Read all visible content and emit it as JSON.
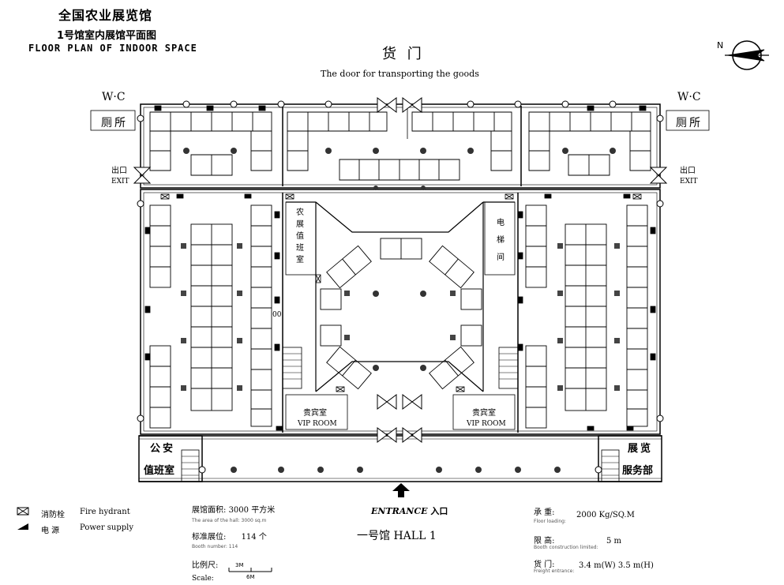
{
  "header": {
    "title": "全国农业展览馆",
    "subtitle_zh": "1号馆室内展馆平面图",
    "subtitle_en": "FLOOR PLAN OF INDOOR SPACE"
  },
  "goods_door": {
    "label_zh": "货 门",
    "label_en": "The door for transporting the goods"
  },
  "compass": {
    "label": "N"
  },
  "rooms": {
    "wc_label": "W·C",
    "toilet": "厕所",
    "exit_zh": "出口",
    "exit_en": "EXIT",
    "duty_room": [
      "农",
      "展",
      "值",
      "班",
      "室"
    ],
    "elevator": [
      "电",
      "梯",
      "间"
    ],
    "vip_zh": "贵宾室",
    "vip_en": "VIP ROOM",
    "security": [
      "公安",
      "值班室"
    ],
    "exhibit_service": [
      "展览",
      "服务部"
    ],
    "stray_label": "00"
  },
  "entrance": {
    "label_en": "ENTRANCE",
    "label_zh": "入口"
  },
  "hall_name": "一号馆   HALL 1",
  "legend": {
    "hydrant_zh": "消防栓",
    "hydrant_en": "Fire hydrant",
    "power_zh": "电  源",
    "power_en": "Power supply"
  },
  "stats": {
    "area_label": "展馆面积:",
    "area_value": "3000 平方米",
    "area_en": "The area of the hall:  3000 sq.m",
    "booth_label": "标准展位:",
    "booth_value": "114 个",
    "booth_en": "Booth number:   114",
    "scale_label": "比例尺:",
    "scale_en": "Scale:",
    "scale_3m": "3M",
    "scale_6m": "6M"
  },
  "specs": {
    "load_label": "承   重:",
    "load_value": "2000 Kg/SQ.M",
    "load_en": "Floor loading:",
    "height_label": "限   高:",
    "height_value": "5 m",
    "height_en": "Booth construction limited:",
    "door_label": "货     门:",
    "door_value": "3.4 m(W) 3.5 m(H)",
    "door_en": "Freight entrance:"
  }
}
